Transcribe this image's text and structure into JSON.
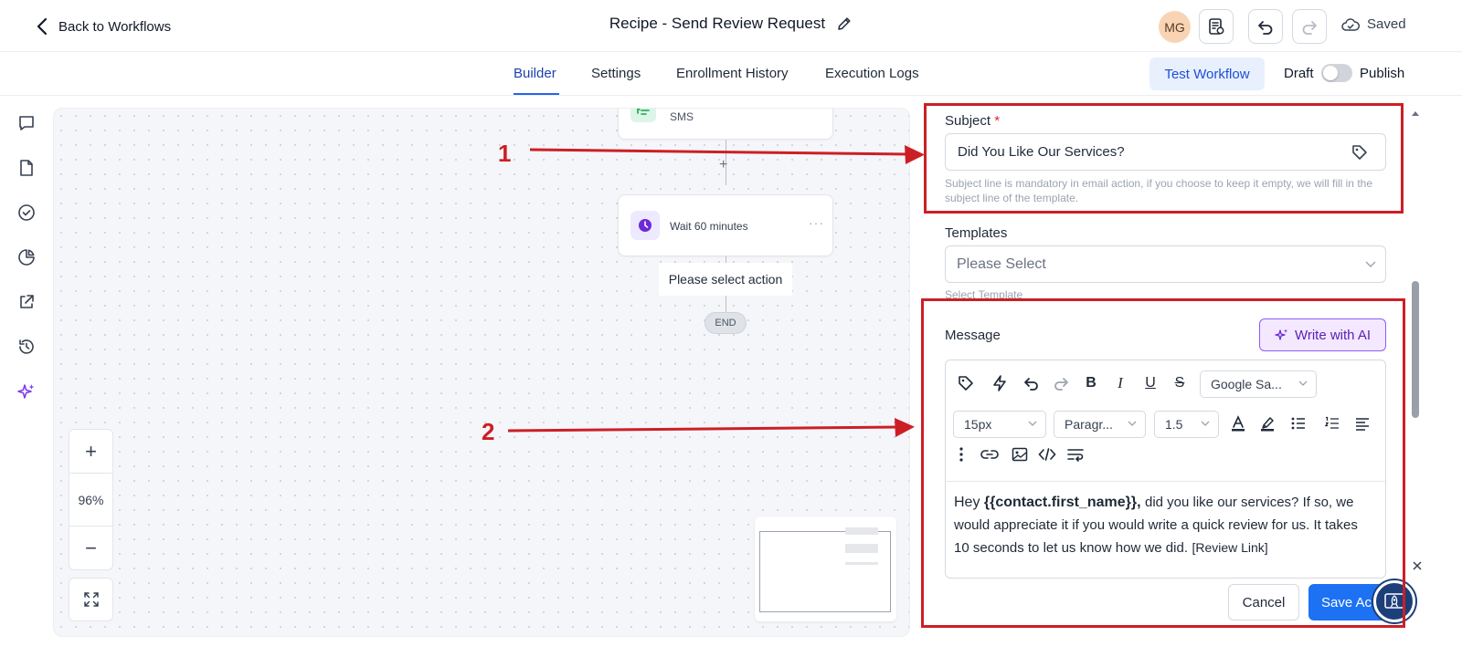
{
  "header": {
    "back_label": "Back to Workflows",
    "title": "Recipe - Send Review Request",
    "avatar_initials": "MG",
    "saved_label": "Saved"
  },
  "tabs": [
    {
      "label": "Builder",
      "active": true
    },
    {
      "label": "Settings",
      "active": false
    },
    {
      "label": "Enrollment History",
      "active": false
    },
    {
      "label": "Execution Logs",
      "active": false
    }
  ],
  "toolbar": {
    "test_workflow_label": "Test Workflow",
    "draft_label": "Draft",
    "publish_label": "Publish"
  },
  "canvas": {
    "nodes": [
      {
        "label": "SMS",
        "icon": "sms-icon"
      },
      {
        "label": "Wait 60 minutes",
        "icon": "clock-icon"
      }
    ],
    "add_symbol": "+",
    "placeholder_label": "Please select action",
    "end_label": "END",
    "zoom_level": "96%",
    "zoom_in_symbol": "+",
    "zoom_out_symbol": "−"
  },
  "panel": {
    "subject_label": "Subject",
    "required_mark": "*",
    "subject_value": "Did You Like Our Services?",
    "subject_helper": "Subject line is mandatory in email action, if you choose to keep it empty, we will fill in the subject line of the template.",
    "templates_label": "Templates",
    "templates_placeholder": "Please Select",
    "templates_helper": "Select Template",
    "message_label": "Message",
    "write_ai_label": "Write with AI",
    "font_family": "Google Sa...",
    "font_size": "15px",
    "block_format": "Paragr...",
    "line_height": "1.5",
    "message_greeting": "Hey",
    "message_token": "{{contact.first_name}},",
    "message_body": "did you like our services? If so, we would appreciate it if you would write a quick review for us. It takes 10 seconds to let us know how we did.",
    "message_link": "[Review Link]",
    "cancel_label": "Cancel",
    "save_label": "Save Action"
  },
  "annotations": {
    "one": "1",
    "two": "2",
    "color": "#cc1f25"
  },
  "colors": {
    "accent": "#2563eb",
    "primary_button": "#1d72f3",
    "ai_button_bg": "#f3e8ff",
    "ai_button_border": "#8b5cf6"
  }
}
